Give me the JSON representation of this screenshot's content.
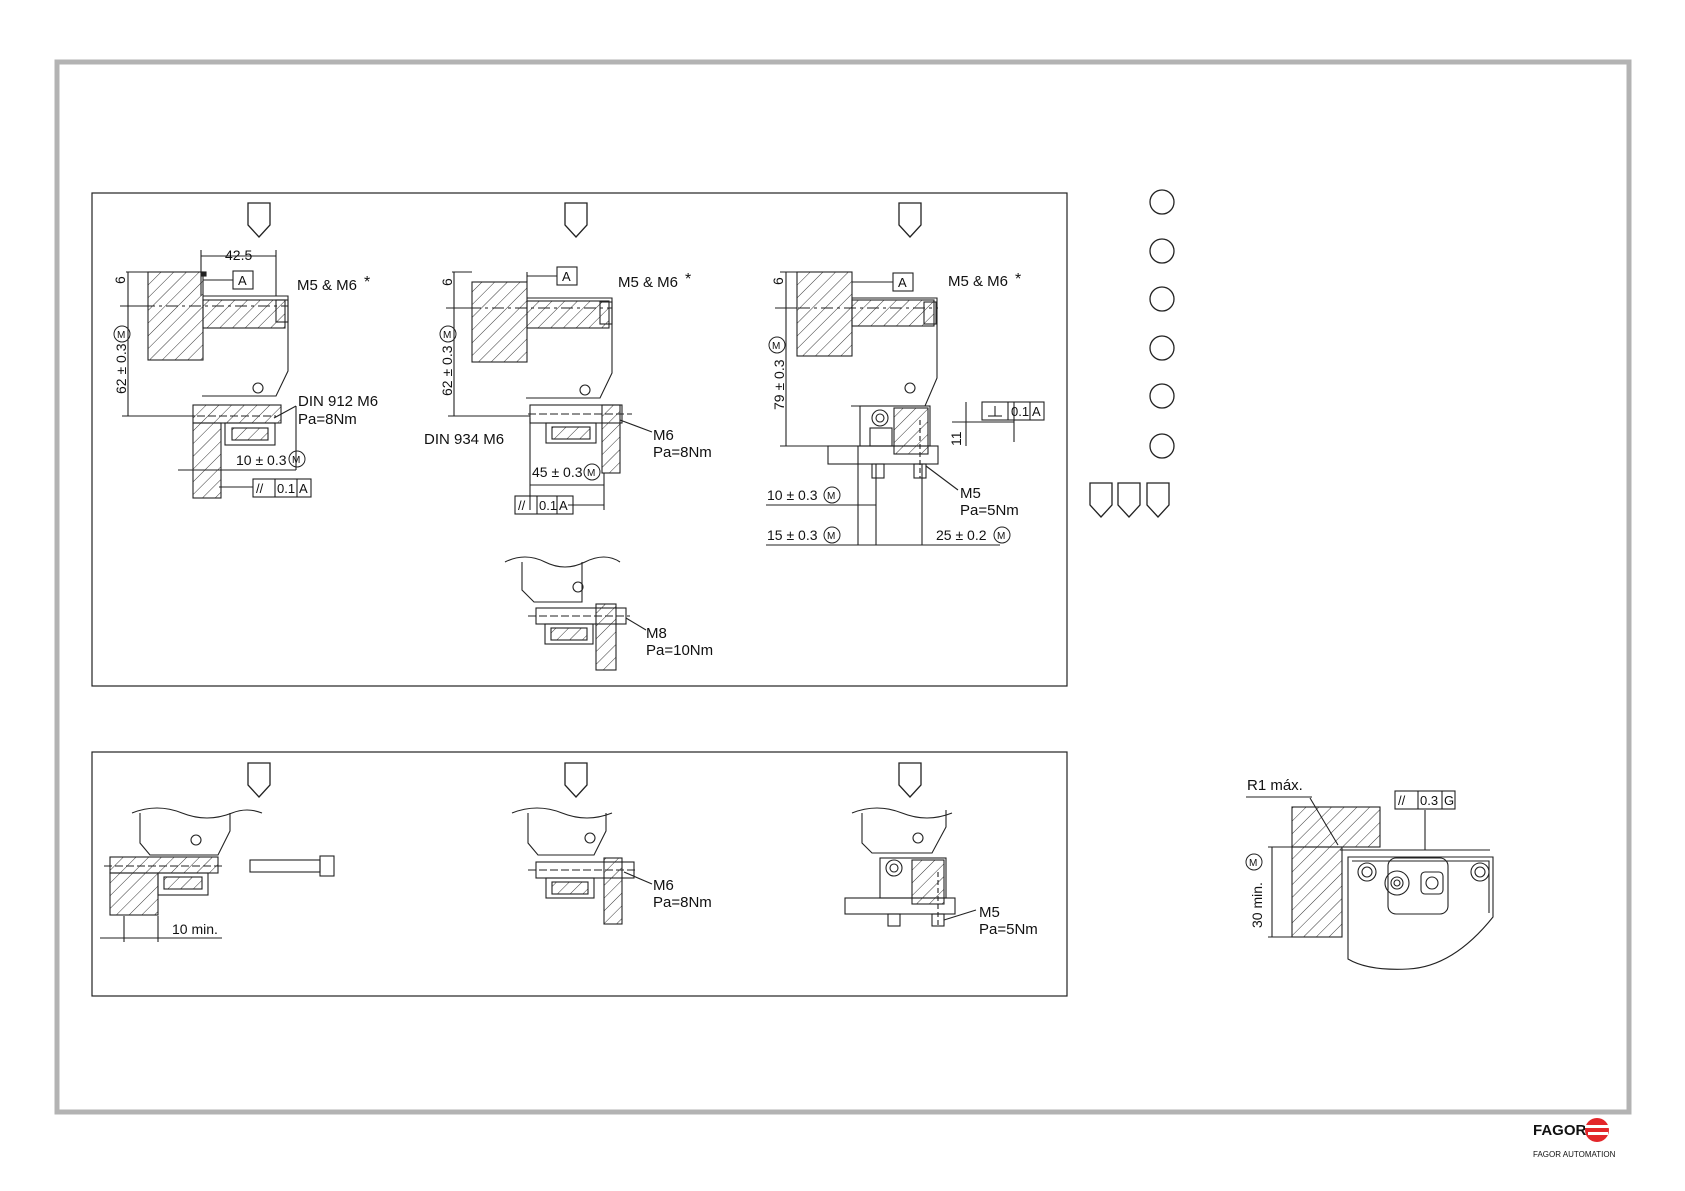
{
  "labels": {
    "top_a": {
      "width": "42.5",
      "h6": "6",
      "datum": "A",
      "thread": "M5 & M6",
      "star": "*",
      "vdim": "62 ± 0.3",
      "screw": "DIN 912 M6",
      "torque": "Pa=8Nm",
      "hdim": "10 ± 0.3",
      "tol_sym": "//",
      "tol_val": "0.1",
      "tol_ref": "A"
    },
    "top_b": {
      "h6": "6",
      "datum": "A",
      "thread": "M5 & M6",
      "star": "*",
      "vdim": "62 ± 0.3",
      "nut": "DIN 934 M6",
      "screw": "M6",
      "torque": "Pa=8Nm",
      "hdim": "45 ± 0.3",
      "tol_sym": "//",
      "tol_val": "0.1",
      "tol_ref": "A"
    },
    "top_b2": {
      "screw": "M8",
      "torque": "Pa=10Nm"
    },
    "top_c": {
      "h6": "6",
      "datum": "A",
      "thread": "M5 & M6",
      "star": "*",
      "vdim": "79 ± 0.3",
      "h11": "11",
      "tol_val": "0.1",
      "tol_ref": "A",
      "screw": "M5",
      "torque": "Pa=5Nm",
      "d10": "10 ± 0.3",
      "d15": "15 ± 0.3",
      "d25": "25 ± 0.2"
    },
    "bot_a": {
      "dim": "10 min."
    },
    "bot_b": {
      "screw": "M6",
      "torque": "Pa=8Nm"
    },
    "bot_c": {
      "screw": "M5",
      "torque": "Pa=5Nm"
    },
    "detail": {
      "radius": "R1 máx.",
      "tol_sym": "//",
      "tol_val": "0.3",
      "tol_ref": "G",
      "vdim": "30 min."
    },
    "m_symbol": "M"
  },
  "brand": {
    "name": "FAGOR",
    "sub": "FAGOR AUTOMATION",
    "color": "#e3262a"
  }
}
